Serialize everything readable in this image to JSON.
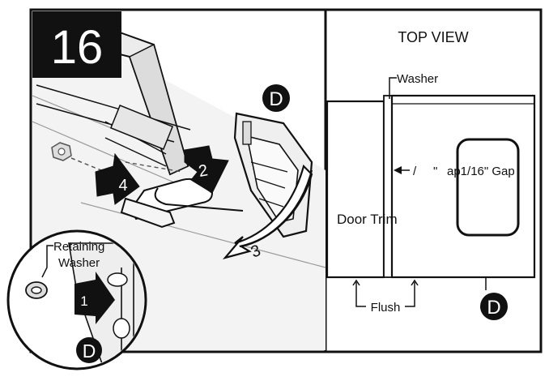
{
  "step": {
    "number": "16"
  },
  "callouts": {
    "part_left": "D",
    "part_inset": "D",
    "part_right": "D",
    "arrow_1": "1",
    "arrow_2": "2",
    "arrow_3": "3",
    "arrow_4": "4",
    "retaining": "Retaining",
    "washer_left": "Washer"
  },
  "top_view": {
    "title": "TOP VIEW",
    "washer": "Washer",
    "gap_prefix": "/     \"",
    "gap": "ap1/16\" Gap",
    "door_trim": "Door Trim",
    "flush": "Flush"
  },
  "colors": {
    "ink": "#111111",
    "paper": "#ffffff",
    "shade": "#e6e6e6",
    "mid": "#bdbdbd"
  }
}
